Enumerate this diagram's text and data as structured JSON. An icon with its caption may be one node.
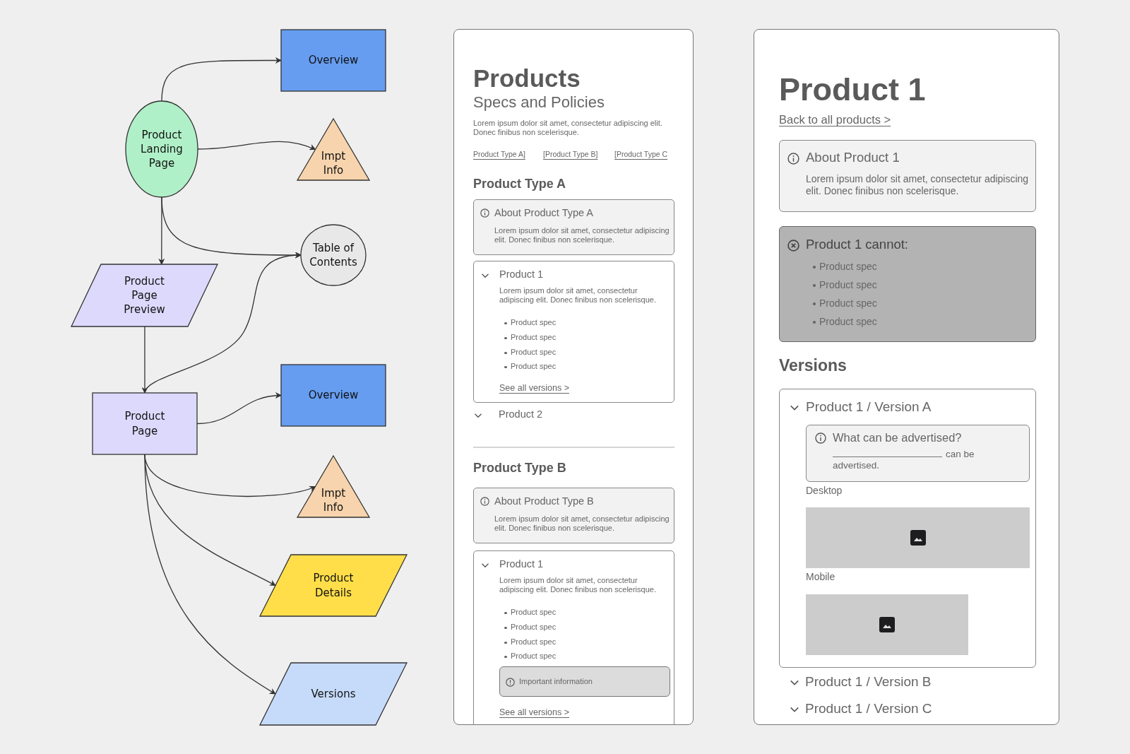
{
  "diagram": {
    "nodes": [
      {
        "text": [
          "Overview"
        ]
      },
      {
        "text": [
          "Product Landing Page"
        ]
      },
      {
        "text": [
          "Impt Info"
        ]
      },
      {
        "text": [
          "Table of Contents"
        ]
      },
      {
        "text": [
          "Product Page Preview"
        ]
      },
      {
        "text": [
          "Product Page"
        ]
      },
      {
        "text": [
          "Overview"
        ]
      },
      {
        "text": [
          "Impt Info"
        ]
      },
      {
        "text": [
          "Product Details"
        ]
      },
      {
        "text": [
          "Versions"
        ]
      },
      {
        "text": [
          "Products",
          "Specs and Policies",
          "Lorem ipsum dolor sit amet, consectetur adipiscing elit. Donec finibus non scelerisque.",
          "Product Type A]",
          "[Product Type B]",
          "[Product Type C",
          "Product Type A",
          "Product 2",
          "Product Type B"
        ]
      },
      {
        "text": [
          "About Product Type A",
          "Lorem ipsum dolor sit amet, consectetur adipiscing elit. Donec finibus non scelerisque."
        ],
        "in": 10
      },
      {
        "text": [
          "Product 1",
          "Lorem ipsum dolor sit amet, consectetur adipiscing elit. Donec finibus non scelerisque.",
          "Product spec",
          "Product spec",
          "Product spec",
          "Product spec",
          "See all versions >"
        ],
        "in": 10
      },
      {
        "text": [
          "About Product Type B",
          "Lorem ipsum dolor sit amet, consectetur adipiscing elit. Donec finibus non scelerisque."
        ],
        "in": 10
      },
      {
        "text": [
          "Product 1",
          "Lorem ipsum dolor sit amet, consectetur adipiscing elit. Donec finibus non scelerisque.",
          "Product spec",
          "Product spec",
          "Product spec",
          "Product spec",
          "See all versions >"
        ],
        "in": 10
      },
      {
        "text": [
          "Important information"
        ],
        "in": 14
      },
      {
        "text": [
          "Product 1",
          "Back to all products >",
          "Versions",
          "Product 1 / Version B",
          "Product 1 / Version C"
        ]
      },
      {
        "text": [
          "About Product 1",
          "Lorem ipsum dolor sit amet, consectetur adipiscing elit. Donec finibus non scelerisque."
        ],
        "in": 16
      },
      {
        "text": [
          "Product 1 cannot:",
          "Product spec",
          "Product spec",
          "Product spec",
          "Product spec"
        ],
        "in": 16
      },
      {
        "text": [
          "Product 1 / Version A",
          "Desktop",
          "Mobile"
        ],
        "in": 16
      },
      {
        "text": [
          "What can be advertised?",
          "can be advertised."
        ],
        "in": 19
      }
    ],
    "edges": [
      {
        "from": 1,
        "to": 0,
        "arrow": "to"
      },
      {
        "from": 1,
        "to": 2,
        "arrow": "to"
      },
      {
        "from": 1,
        "to": 4,
        "arrow": "to"
      },
      {
        "from": 1,
        "to": 3,
        "arrow": "to"
      },
      {
        "from": 4,
        "to": 5,
        "arrow": "to"
      },
      {
        "from": 5,
        "to": 3,
        "arrow": "to"
      },
      {
        "from": 5,
        "to": 6,
        "arrow": "to"
      },
      {
        "from": 5,
        "to": 7,
        "arrow": "to"
      },
      {
        "from": 5,
        "to": 8,
        "arrow": "to"
      },
      {
        "from": 5,
        "to": 9,
        "arrow": "to"
      }
    ]
  }
}
